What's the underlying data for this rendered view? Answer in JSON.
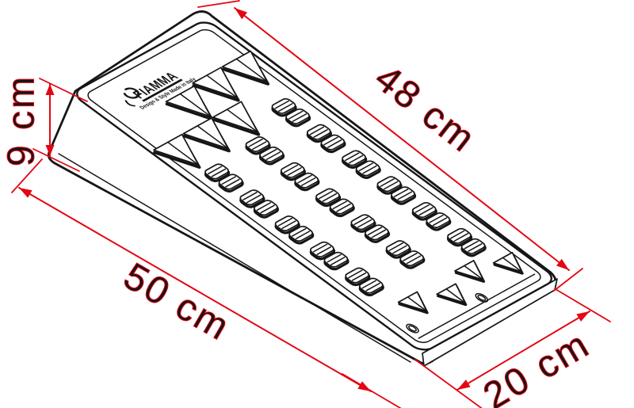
{
  "diagram": {
    "logo": {
      "brand": "FIAMMA",
      "tagline": "Design & Style Made in Italy"
    },
    "dimensions": {
      "top_length": "48 cm",
      "height": "9 cm",
      "base_length": "50 cm",
      "width": "20 cm"
    },
    "colors": {
      "dimension_red": "#e30613",
      "outline_black": "#161616",
      "background": "#ffffff"
    }
  }
}
